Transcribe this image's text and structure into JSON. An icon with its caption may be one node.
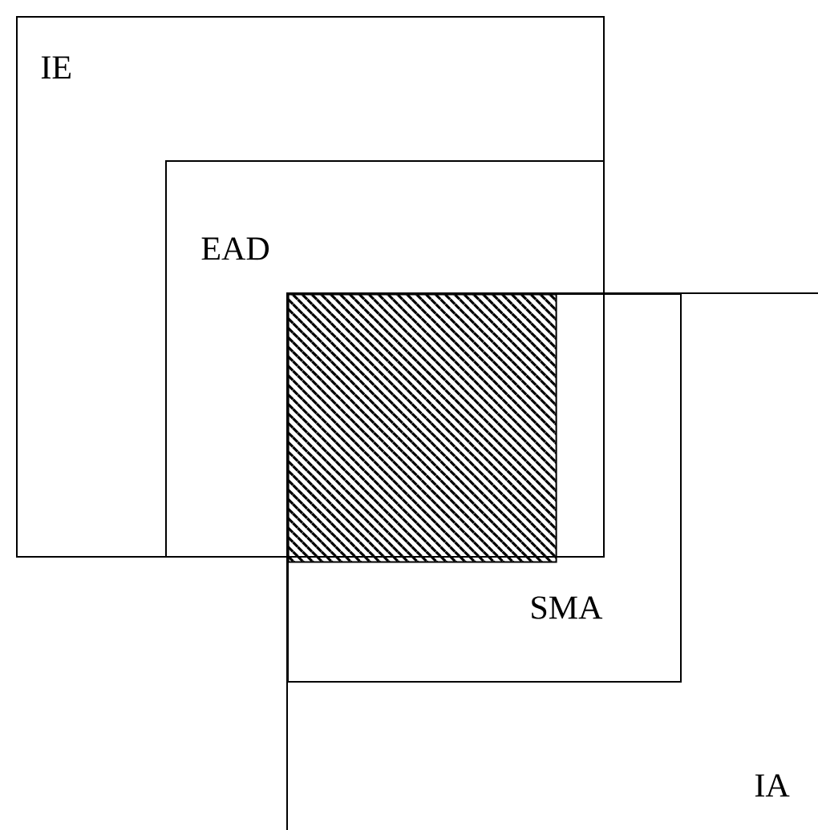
{
  "diagram": {
    "nodes": [
      {
        "text": [
          "IE"
        ]
      },
      {
        "text": [
          "EAD"
        ],
        "in": 0
      },
      {
        "text": [
          "IA"
        ]
      },
      {
        "text": [
          "SMA"
        ],
        "in": 2
      },
      {
        "text": [],
        "shape": "box"
      }
    ]
  }
}
